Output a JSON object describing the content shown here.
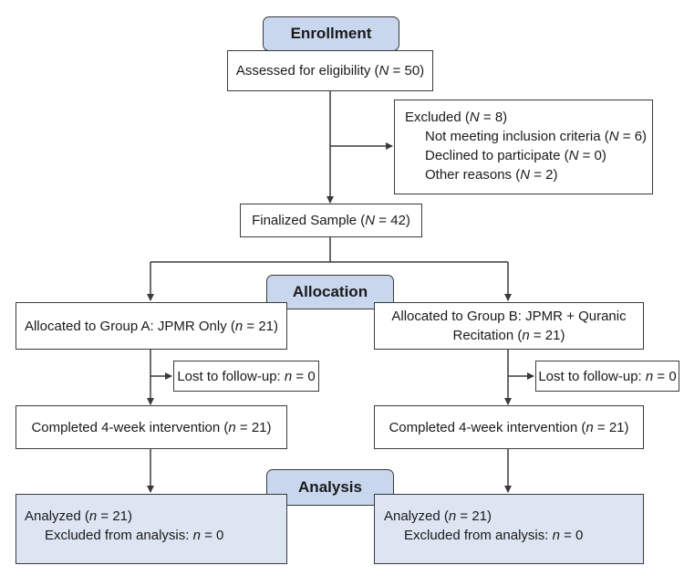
{
  "stages": {
    "enrollment": "Enrollment",
    "allocation": "Allocation",
    "analysis": "Analysis"
  },
  "assessed": {
    "pre": "Assessed for eligibility (",
    "n": "N",
    "post": " = 50)"
  },
  "excluded": {
    "title": {
      "pre": "Excluded (",
      "n": "N",
      "post": " = 8)"
    },
    "reasons": [
      {
        "pre": "Not meeting inclusion criteria (",
        "n": "N",
        "post": " = 6)"
      },
      {
        "pre": "Declined to participate (",
        "n": "N",
        "post": " = 0)"
      },
      {
        "pre": "Other reasons (",
        "n": "N",
        "post": " = 2)"
      }
    ]
  },
  "finalized": {
    "pre": "Finalized Sample (",
    "n": "N",
    "post": " = 42)"
  },
  "group_a": {
    "allocated": {
      "pre": "Allocated to Group A: JPMR Only (",
      "n": "n",
      "post": " = 21)"
    },
    "lost": {
      "pre": "Lost to follow-up: ",
      "n": "n",
      "post": " = 0"
    },
    "completed": {
      "pre": "Completed 4-week intervention (",
      "n": "n",
      "post": " = 21)"
    },
    "analyzed": {
      "pre": "Analyzed (",
      "n": "n",
      "post": " = 21)"
    },
    "excluded_analysis": {
      "pre": "Excluded from analysis: ",
      "n": "n",
      "post": " = 0"
    }
  },
  "group_b": {
    "allocated_line1": "Allocated to Group B: JPMR + Quranic",
    "allocated_line2": {
      "pre": "Recitation (",
      "n": "n",
      "post": " = 21)"
    },
    "lost": {
      "pre": "Lost to follow-up: ",
      "n": "n",
      "post": " = 0"
    },
    "completed": {
      "pre": "Completed 4-week intervention (",
      "n": "n",
      "post": " = 21)"
    },
    "analyzed": {
      "pre": "Analyzed (",
      "n": "n",
      "post": " = 21)"
    },
    "excluded_analysis": {
      "pre": "Excluded from analysis: ",
      "n": "n",
      "post": " = 0"
    }
  },
  "colors": {
    "stage_fill": "#c8d6ee",
    "analysis_fill": "#dde5f3",
    "line": "#3a3a3a"
  }
}
